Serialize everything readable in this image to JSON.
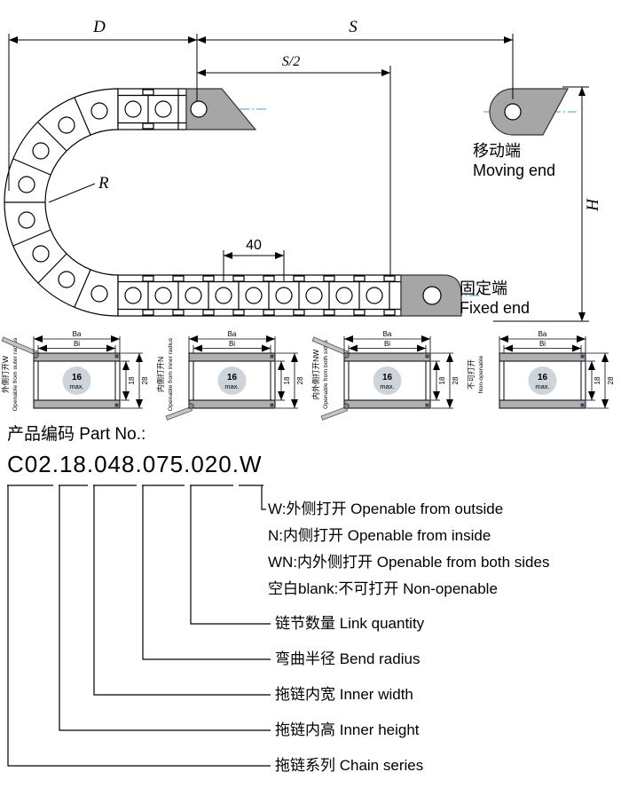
{
  "colors": {
    "line": "#000000",
    "centerline_blue": "#3aa0dc",
    "bracket_gray": "#a6a6a6",
    "bar_gray": "#b0b0b0",
    "watermark_fill": "#cdd5db",
    "watermark_text": "#2e74b5"
  },
  "diagram": {
    "dim_d": "D",
    "dim_s": "S",
    "dim_s_half": "S/2",
    "dim_h": "H",
    "dim_r": "R",
    "dim_pitch": "40",
    "moving_end_zh": "移动端",
    "moving_end_en": "Moving end",
    "fixed_end_zh": "固定端",
    "fixed_end_en": "Fixed end"
  },
  "cross_sections": {
    "dim_ba": "Ba",
    "dim_bi": "Bi",
    "dim_inner_height": "18",
    "dim_outer_height": "28",
    "watermark_value": "16",
    "watermark_unit": "max.",
    "items": [
      {
        "zh": "外侧打开W",
        "en": "Openable from outer radius"
      },
      {
        "zh": "内侧打开N",
        "en": "Openable from inner radius"
      },
      {
        "zh": "内外侧打开NW",
        "en": "Openable from both sides"
      },
      {
        "zh": "不可打开",
        "en": "Non-openable"
      }
    ]
  },
  "part_no": {
    "heading": "产品编码 Part No.:",
    "segments": [
      "C02",
      "18",
      "048",
      "075",
      "020",
      "W"
    ],
    "separator": ".",
    "options": [
      "W:外侧打开 Openable from outside",
      "N:内侧打开 Openable from inside",
      "WN:内外侧打开 Openable from both sides",
      "空白blank:不可打开 Non-openable"
    ],
    "legend": [
      "链节数量 Link quantity",
      "弯曲半径 Bend radius",
      "拖链内宽 Inner width",
      "拖链内高 Inner height",
      "拖链系列 Chain series"
    ]
  }
}
